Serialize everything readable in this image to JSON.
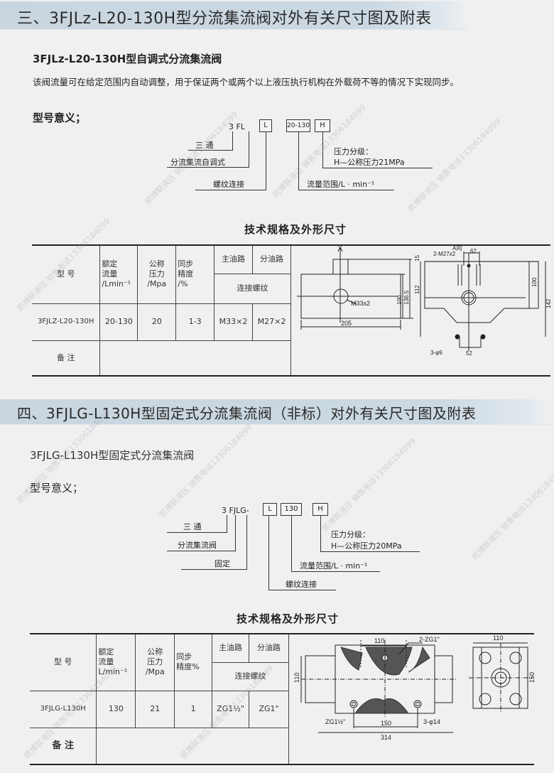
{
  "section3": {
    "title": "三、3FJLz-L20-130H型分流集流阀对外有关尺寸图及附表",
    "subtitle": "3FJLz-L20-130H型自调式分流集流阀",
    "description": "该阀流量可在给定范围内自动调整，用于保证两个或两个以上液压执行机构在外载荷不等的情况下实现同步。",
    "model_meaning": {
      "label": "型号意义；",
      "prefix": "3 FL",
      "boxes": [
        "L",
        "20-130",
        "H"
      ],
      "annotations": {
        "three_way": "三  通",
        "self_adjust": "分流集流自调式",
        "thread": "螺纹连接",
        "flow_range": "流量范围/L · min⁻¹",
        "pressure_grade": "压力分级：",
        "pressure_value": "H—公称压力21MPa"
      }
    },
    "table_title": "技术规格及外形尺寸",
    "table": {
      "headers": {
        "model": "型  号",
        "rated_flow": "额定\n流量\n/Lmin⁻¹",
        "nominal_pressure": "公称\n压力\n/Mpa",
        "sync_precision": "同步\n精度\n/%",
        "main_port": "主油路",
        "branch_port": "分油路",
        "thread": "连接螺纹"
      },
      "rows": [
        {
          "model": "3FJLZ-L20-130H",
          "rated_flow": "20-130",
          "nominal_pressure": "20",
          "sync_precision": "1-3",
          "main_port": "M33×2",
          "branch_port": "M27×2"
        }
      ],
      "remarks_label": "备  注",
      "remarks_value": ""
    },
    "drawing": {
      "front": {
        "arrow_label": "A",
        "thread_label": "M33x2",
        "width": "205",
        "dim_100": "100",
        "dim_136": "136.5"
      },
      "side": {
        "view_label": "A向",
        "port_label": "2-M27x2",
        "dim_62": "62",
        "dim_15": "15",
        "dim_112": "112",
        "dim_100": "100",
        "dim_142": "142",
        "hole_label": "3-φ9",
        "dim_52": "52"
      }
    }
  },
  "section4": {
    "title": "四、3FJLG-L130H型固定式分流集流阀（非标）对外有关尺寸图及附表",
    "subtitle": "3FJLG-L130H型固定式分流集流阀",
    "model_meaning": {
      "label": "型号意义；",
      "prefix": "3 FJLG-",
      "boxes": [
        "L",
        "130",
        "H"
      ],
      "annotations": {
        "three_way": "三  通",
        "divider": "分流集流阀",
        "fixed": "固定",
        "pressure_grade": "压力分级：",
        "pressure_value": "H—公称压力20MPa",
        "flow_range": "流量范围/L · min⁻¹",
        "thread": "螺纹连接"
      }
    },
    "table_title": "技术规格及外形尺寸",
    "table": {
      "headers": {
        "model": "型  号",
        "rated_flow": "额定\n流量\nL/min⁻¹",
        "nominal_pressure": "公称\n压力\n/Mpa",
        "sync_precision": "同步\n精度%",
        "main_port": "主油路",
        "branch_port": "分油路",
        "thread": "连接螺纹"
      },
      "rows": [
        {
          "model": "3FJLG-L130H",
          "rated_flow": "130",
          "nominal_pressure": "21",
          "sync_precision": "1",
          "main_port": "ZG1½\"",
          "branch_port": "ZG1\""
        }
      ],
      "remarks_label": "备  注",
      "remarks_value": ""
    },
    "drawing": {
      "front": {
        "dim_110_top": "110",
        "port_label": "2-ZG1\"",
        "dim_110_side": "110",
        "port_bottom": "ZG1½\"",
        "dim_150": "150",
        "dim_314": "314",
        "hole_label": "3-φ14"
      },
      "side": {
        "dim_110": "110",
        "dim_150": "150"
      }
    }
  },
  "watermark": "凯博联液压  销售电话13306184099"
}
